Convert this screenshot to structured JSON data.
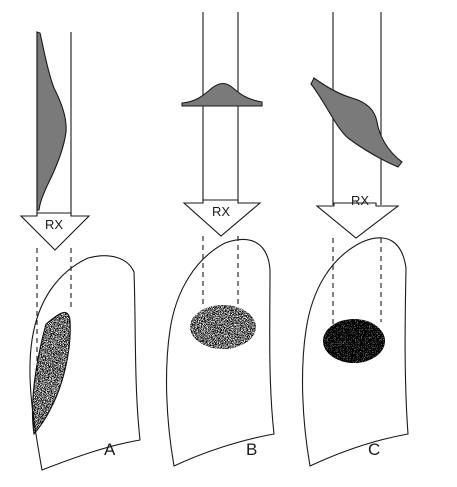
{
  "panels": [
    {
      "letter": "A",
      "arrow_label": "RX"
    },
    {
      "letter": "B",
      "arrow_label": "RX"
    },
    {
      "letter": "C",
      "arrow_label": "RX"
    }
  ],
  "colors": {
    "line": "#1a1a1a",
    "profile_fill": "#7a7a7a",
    "shadow_fill": "#555555"
  }
}
